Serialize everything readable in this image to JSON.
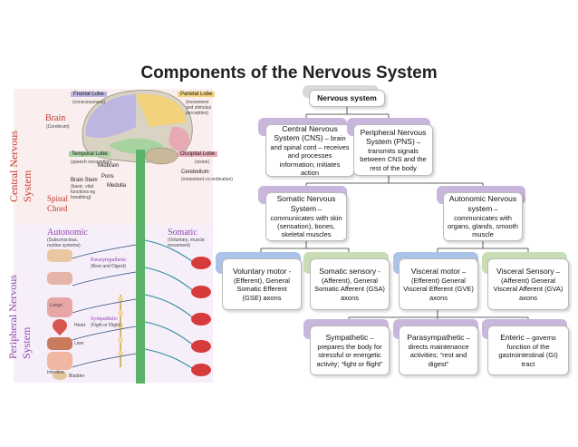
{
  "title": "Components of the Nervous System",
  "left": {
    "cns_label": "Central Nervous System",
    "pns_label": "Peripheral Nervous System",
    "brain": "Brain",
    "brain_sub": "(Cerebrum)",
    "spinal": "Spinal",
    "chord": "Chord",
    "autonomic": "Autonomic",
    "autonomic_sub": "(Subconscious, routine systems)",
    "somatic": "Somatic",
    "somatic_sub": "(Voluntary, muscle movement)",
    "parasympathetic": "Parasympathetic",
    "parasympathetic_sub": "(Rest and Digest)",
    "sympathetic": "Sympathetic",
    "sympathetic_sub": "(Fight or Flight)",
    "frontal": "Frontal Lobe",
    "frontal_sub": "(consciousness)",
    "parietal": "Parietal Lobe",
    "parietal_sub": "(movement and stimulus perception)",
    "temporal": "Temporal Lobe",
    "temporal_sub": "(speech recognition)",
    "occipital": "Occipital Lobe",
    "occipital_sub": "(vision)",
    "midbrain": "Midbrain",
    "pons": "Pons",
    "medulla": "Medulla",
    "cerebellum": "Cerebellum",
    "cerebellum_sub": "(movement co-ordination)",
    "brainstem": "Brain Stem",
    "brainstem_sub": "(basic, vital functions eg breathing)",
    "organs": [
      "Lungs",
      "Heart",
      "Liver",
      "Intestine",
      "Bladder"
    ]
  },
  "nodes": {
    "ns": {
      "title": "Nervous system"
    },
    "cns": {
      "title": "Central Nervous System (CNS)",
      "desc": "– brain and spinal cord – receives and processes information; initiates action"
    },
    "pns": {
      "title": "Peripheral Nervous System (PNS)",
      "desc": "– transmits signals between CNS and the rest of the body"
    },
    "somatic": {
      "title": "Somatic Nervous System",
      "desc": "– communicates with skin (sensation), bones, skeletal muscles"
    },
    "autonomic": {
      "title": "Autonomic Nervous system",
      "desc": "– communicates with organs, glands, smooth muscle"
    },
    "vm": {
      "title": "Voluntary motor",
      "desc": "- (Efferent), General Somatic Efferent (GSE) axons"
    },
    "ss": {
      "title": "Somatic sensory",
      "desc": "- (Afferent), General Somatic Afferent (GSA) axons"
    },
    "vmo": {
      "title": "Visceral motor",
      "desc": "– (Efferent) General Visceral Efferent (GVE) axons"
    },
    "vs": {
      "title": "Visceral Sensory",
      "desc": "– (Afferent) General Visceral Afferent (GVA) axons"
    },
    "symp": {
      "title": "Sympathetic",
      "desc": "– prepares the body for stressful or energetic activity; “fight or flight”"
    },
    "para": {
      "title": "Parasympathetic",
      "desc": "– directs maintenance activities; “rest and digest”"
    },
    "ent": {
      "title": "Enteric",
      "desc": "– governs function of the gastrointestinal (GI) tract"
    }
  },
  "colors": {
    "tab_purple": "#c8b6dc",
    "tab_blue": "#a9c4e8",
    "tab_green": "#c9ddb4",
    "cord": "#5bb36a",
    "cns_red": "#c0392b",
    "pns_purple": "#8e44ad"
  }
}
